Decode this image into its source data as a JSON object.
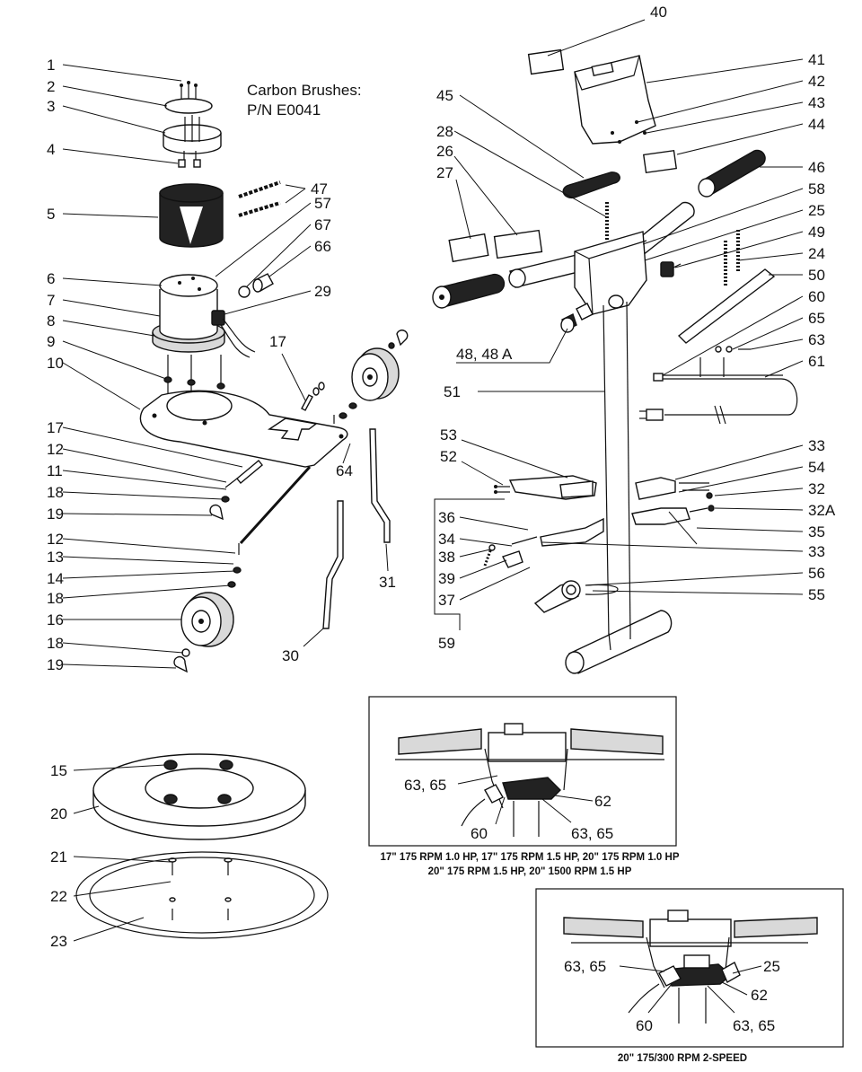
{
  "note": {
    "line1": "Carbon Brushes:",
    "line2": "P/N E0041"
  },
  "callouts": {
    "c1": "1",
    "c2": "2",
    "c3": "3",
    "c4": "4",
    "c5": "5",
    "c6": "6",
    "c7": "7",
    "c8": "8",
    "c9": "9",
    "c10": "10",
    "c11": "11",
    "c12a": "12",
    "c12b": "12",
    "c13": "13",
    "c14": "14",
    "c15": "15",
    "c16": "16",
    "c17a": "17",
    "c17b": "17",
    "c18a": "18",
    "c18b": "18",
    "c18c": "18",
    "c19a": "19",
    "c19b": "19",
    "c20": "20",
    "c21": "21",
    "c22": "22",
    "c23": "23",
    "c24": "24",
    "c25": "25",
    "c26": "26",
    "c27": "27",
    "c28": "28",
    "c29": "29",
    "c30": "30",
    "c31": "31",
    "c32": "32",
    "c32a": "32A",
    "c33a": "33",
    "c33b": "33",
    "c34": "34",
    "c35": "35",
    "c36": "36",
    "c37": "37",
    "c38": "38",
    "c39": "39",
    "c40": "40",
    "c41": "41",
    "c42": "42",
    "c43": "43",
    "c44": "44",
    "c45": "45",
    "c46": "46",
    "c47": "47",
    "c48": "48,  48 A",
    "c49": "49",
    "c50": "50",
    "c51": "51",
    "c52": "52",
    "c53": "53",
    "c54": "54",
    "c55": "55",
    "c56": "56",
    "c57": "57",
    "c58": "58",
    "c59": "59",
    "c60": "60",
    "c61": "61",
    "c63": "63",
    "c64": "64",
    "c65": "65",
    "c66": "66",
    "c67": "67"
  },
  "inset1": {
    "l6365a": "63, 65",
    "l62": "62",
    "l60": "60",
    "l6365b": "63, 65",
    "caption1": "17\" 175 RPM 1.0 HP, 17\" 175 RPM 1.5 HP, 20\" 175 RPM 1.0 HP",
    "caption2": "20\" 175 RPM 1.5 HP, 20\" 1500 RPM 1.5 HP"
  },
  "inset2": {
    "l6365a": "63, 65",
    "l25": "25",
    "l62": "62",
    "l60": "60",
    "l6365b": "63, 65",
    "caption": "20\" 175/300 RPM 2-SPEED"
  }
}
